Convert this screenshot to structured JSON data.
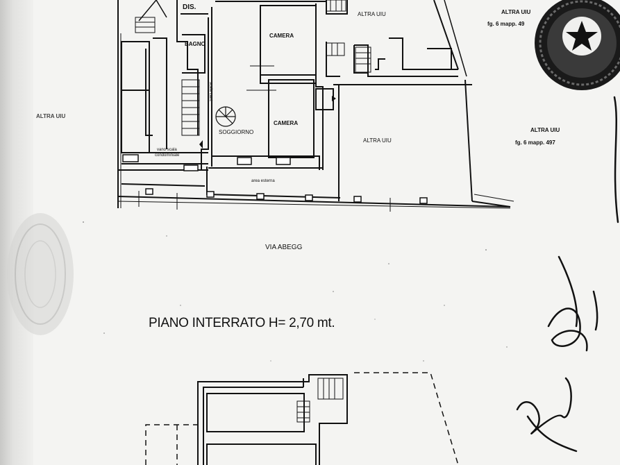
{
  "rooms": {
    "dis": "DIS.",
    "bagno": "BAGNO",
    "camera_1": "CAMERA",
    "camera_2": "CAMERA",
    "soggiorno": "SOGGIORNO",
    "vano_scala": "vano scala",
    "condominiale": "condominiale",
    "scala_cantina": "scala cant.",
    "altra_uiu_top": "ALTRA UIU",
    "altra_uiu_center": "ALTRA UIU",
    "area_esterna": "area esterna"
  },
  "neighbors": {
    "top_right_label": "ALTRA UIU",
    "top_right_ref": "fg. 6 mapp. 49",
    "right_label": "ALTRA UIU",
    "right_ref": "fg. 6 mapp. 497",
    "left_label": "ALTRA UIU"
  },
  "street": "VIA ABEGG",
  "section_title": "PIANO INTERRATO H= 2,70 mt.",
  "stamp_text": "",
  "signature_text": "Baldi"
}
